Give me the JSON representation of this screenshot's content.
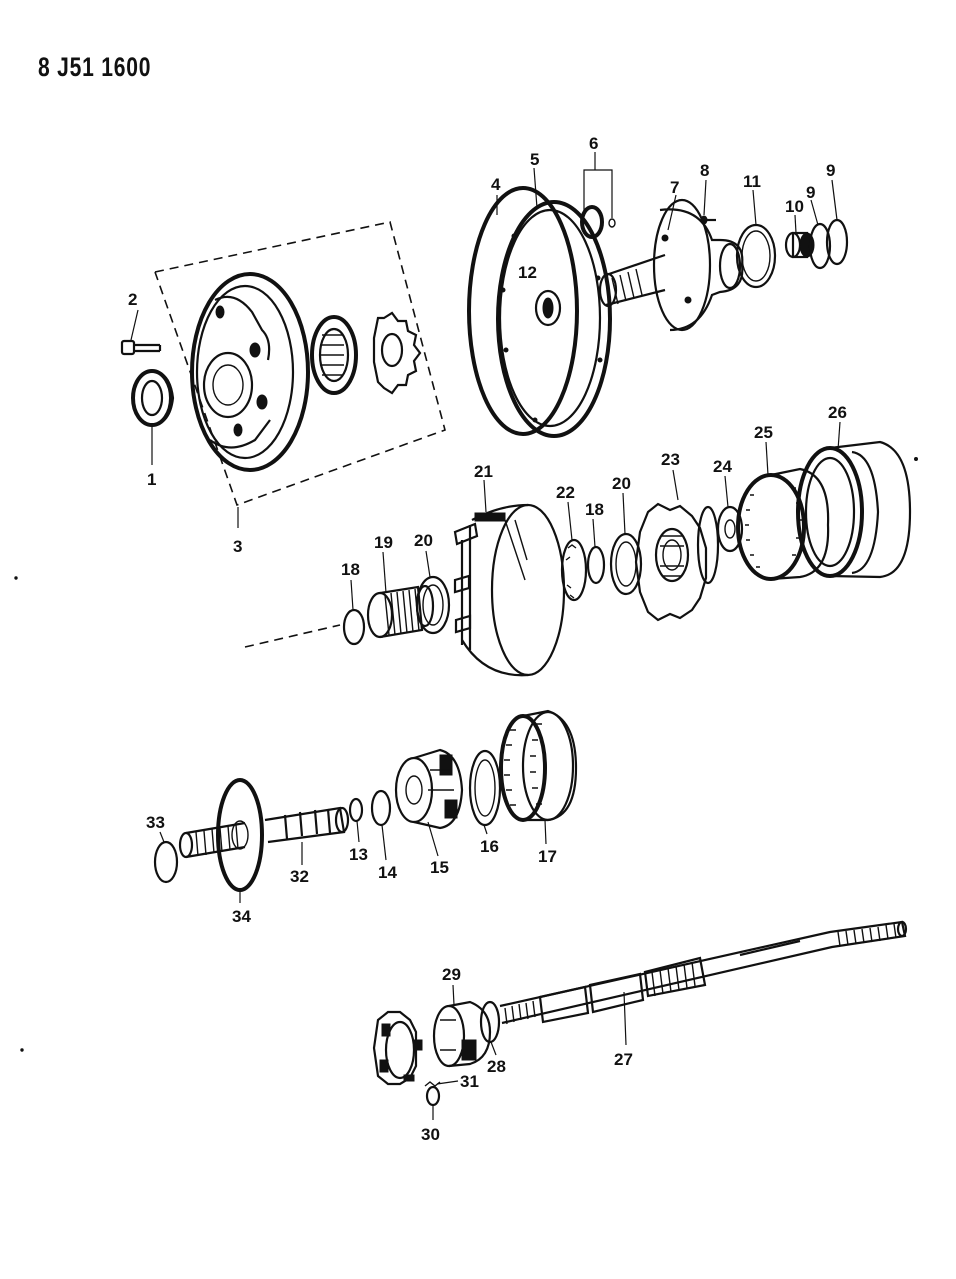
{
  "document_id": "8 J51 1600",
  "callouts": [
    {
      "id": "c1",
      "text": "1"
    },
    {
      "id": "c2",
      "text": "2"
    },
    {
      "id": "c3",
      "text": "3"
    },
    {
      "id": "c4",
      "text": "4"
    },
    {
      "id": "c5",
      "text": "5"
    },
    {
      "id": "c6",
      "text": "6"
    },
    {
      "id": "c7",
      "text": "7"
    },
    {
      "id": "c8",
      "text": "8"
    },
    {
      "id": "c9a",
      "text": "9"
    },
    {
      "id": "c9b",
      "text": "9"
    },
    {
      "id": "c10",
      "text": "10"
    },
    {
      "id": "c11",
      "text": "11"
    },
    {
      "id": "c12",
      "text": "12"
    },
    {
      "id": "c13",
      "text": "13"
    },
    {
      "id": "c14",
      "text": "14"
    },
    {
      "id": "c15",
      "text": "15"
    },
    {
      "id": "c16",
      "text": "16"
    },
    {
      "id": "c17",
      "text": "17"
    },
    {
      "id": "c18a",
      "text": "18"
    },
    {
      "id": "c18b",
      "text": "18"
    },
    {
      "id": "c19",
      "text": "19"
    },
    {
      "id": "c20a",
      "text": "20"
    },
    {
      "id": "c20b",
      "text": "20"
    },
    {
      "id": "c21",
      "text": "21"
    },
    {
      "id": "c22",
      "text": "22"
    },
    {
      "id": "c23",
      "text": "23"
    },
    {
      "id": "c24",
      "text": "24"
    },
    {
      "id": "c25",
      "text": "25"
    },
    {
      "id": "c26",
      "text": "26"
    },
    {
      "id": "c27",
      "text": "27"
    },
    {
      "id": "c28",
      "text": "28"
    },
    {
      "id": "c29",
      "text": "29"
    },
    {
      "id": "c30",
      "text": "30"
    },
    {
      "id": "c31",
      "text": "31"
    },
    {
      "id": "c32",
      "text": "32"
    },
    {
      "id": "c33",
      "text": "33"
    },
    {
      "id": "c34",
      "text": "34"
    }
  ]
}
